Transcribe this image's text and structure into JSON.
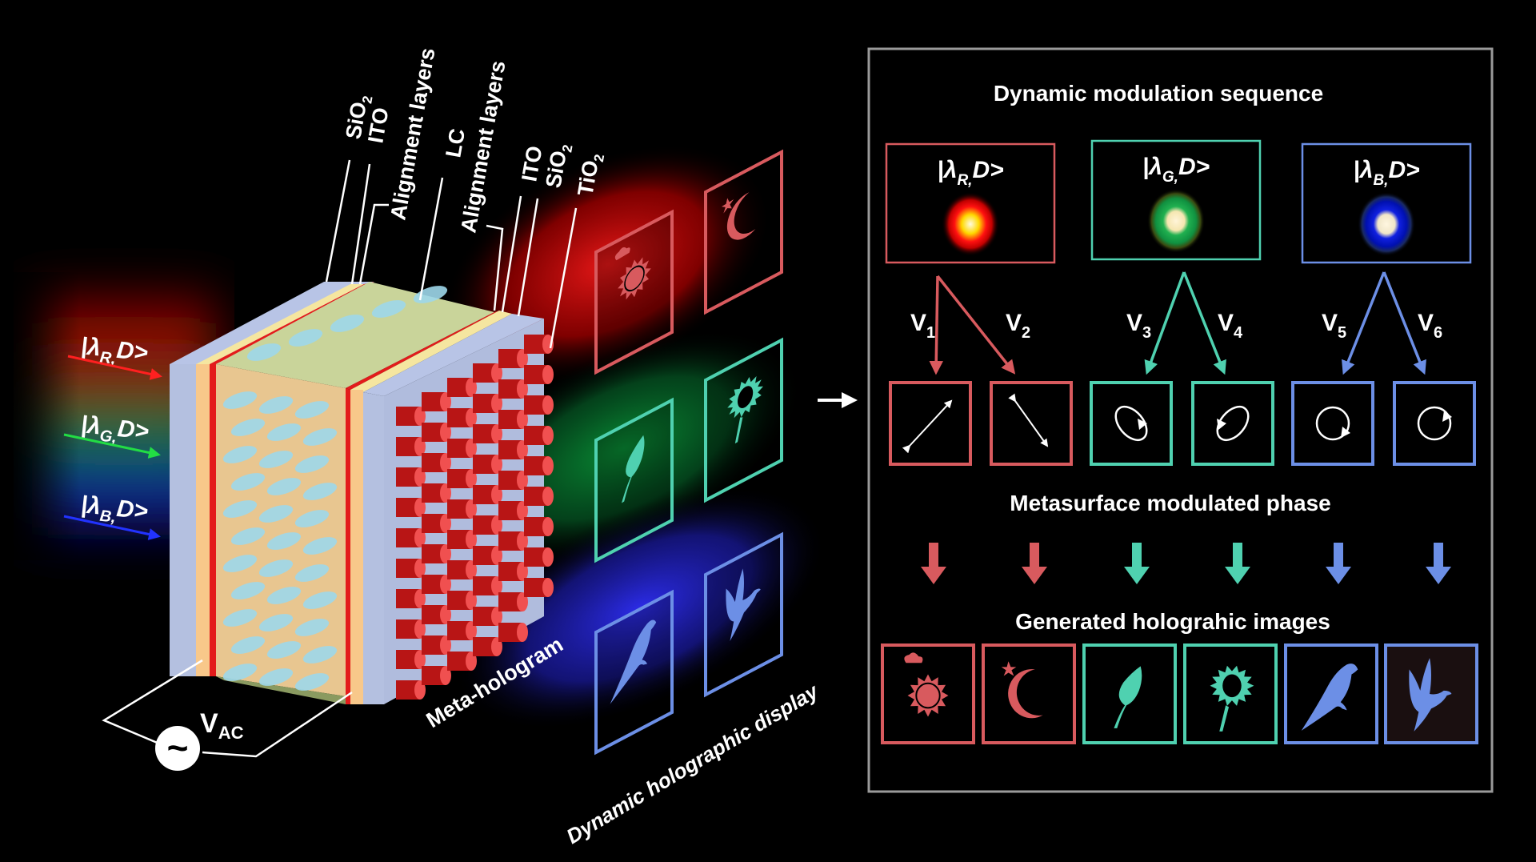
{
  "colors": {
    "background": "#000000",
    "red": "#d85a5e",
    "green": "#4fd1b0",
    "blue": "#6c8fe6",
    "panel_border": "#9a9a9a",
    "substrate": "#b8c4e6",
    "ito": "#f8c88a",
    "alignment": "#e31b1b",
    "lc_region": "#f0d09a",
    "lc_molecule": "#9ed8ea",
    "pillar": "#d42020"
  },
  "device": {
    "layer_labels": [
      {
        "text": "SiO",
        "sub": "2"
      },
      {
        "text": "ITO",
        "sub": ""
      },
      {
        "text": "Alignment layers",
        "sub": ""
      },
      {
        "text": "LC",
        "sub": ""
      },
      {
        "text": "Alignment layers",
        "sub": ""
      },
      {
        "text": "ITO",
        "sub": ""
      },
      {
        "text": "SiO",
        "sub": "2"
      },
      {
        "text": "TiO",
        "sub": "2"
      }
    ],
    "inputs": [
      {
        "prefix": "|λ",
        "sub": "R,",
        "suffix": "D>",
        "color": "#ff2020"
      },
      {
        "prefix": "|λ",
        "sub": "G,",
        "suffix": "D>",
        "color": "#22dd44"
      },
      {
        "prefix": "|λ",
        "sub": "B,",
        "suffix": "D>",
        "color": "#2233ff"
      }
    ],
    "voltage": {
      "symbol": "V",
      "sub": "AC",
      "source_glyph": "~"
    },
    "meta_label": "Meta-hologram",
    "display_label": "Dynamic holographic display",
    "display_images": [
      {
        "name": "sun-cloud",
        "color": "red"
      },
      {
        "name": "moon-star",
        "color": "red"
      },
      {
        "name": "bud",
        "color": "green"
      },
      {
        "name": "sunflower",
        "color": "green"
      },
      {
        "name": "parrot",
        "color": "blue"
      },
      {
        "name": "dove",
        "color": "blue"
      }
    ]
  },
  "panel": {
    "title": "Dynamic modulation sequence",
    "states": [
      {
        "prefix": "|λ",
        "sub": "R,",
        "suffix": "D>",
        "color": "red"
      },
      {
        "prefix": "|λ",
        "sub": "G,",
        "suffix": "D>",
        "color": "green"
      },
      {
        "prefix": "|λ",
        "sub": "B,",
        "suffix": "D>",
        "color": "blue"
      }
    ],
    "voltages": [
      {
        "symbol": "V",
        "sub": "1"
      },
      {
        "symbol": "V",
        "sub": "2"
      },
      {
        "symbol": "V",
        "sub": "3"
      },
      {
        "symbol": "V",
        "sub": "4"
      },
      {
        "symbol": "V",
        "sub": "5"
      },
      {
        "symbol": "V",
        "sub": "6"
      }
    ],
    "polarizations": [
      "linear-diagonal-up",
      "linear-diagonal-down",
      "elliptical-left",
      "elliptical-right",
      "circular-left",
      "circular-right"
    ],
    "phase_title": "Metasurface modulated phase",
    "images_title": "Generated holograhic images",
    "images": [
      "sun-cloud",
      "moon-star",
      "bud",
      "sunflower",
      "parrot",
      "dove"
    ]
  }
}
